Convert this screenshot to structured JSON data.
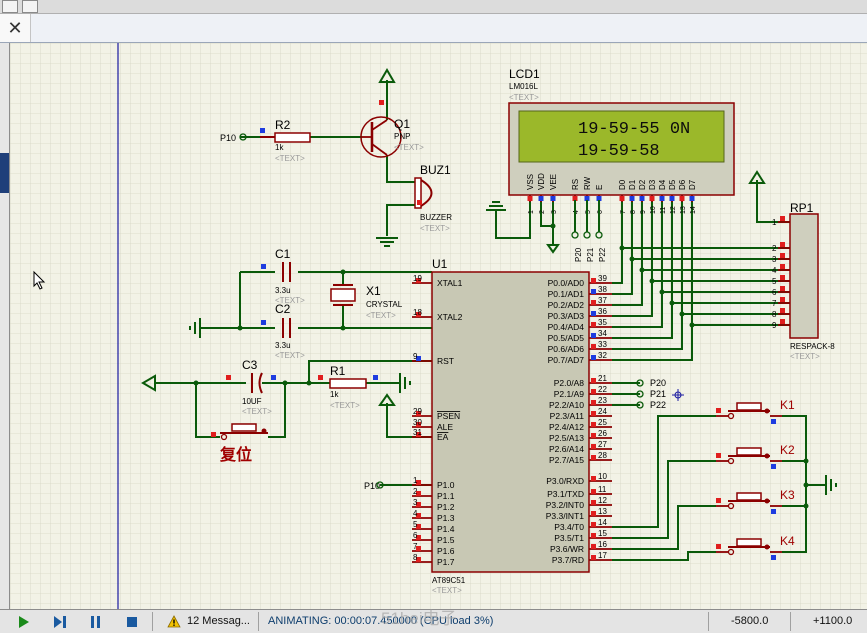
{
  "status": {
    "messages": "12 Messag...",
    "animating": "ANIMATING: 00:00:07.450000 (CPU load 3%)",
    "watermark": "51hei电子",
    "coord_x": "-5800.0",
    "coord_y": "+1100.0"
  },
  "lcd": {
    "ref": "LCD1",
    "model": "LM016L",
    "text_tag": "<TEXT>",
    "line1": "19-59-55 0N",
    "line2": "19-59-58",
    "pins": [
      "VSS",
      "VDD",
      "VEE",
      "RS",
      "RW",
      "E",
      "D0",
      "D1",
      "D2",
      "D3",
      "D4",
      "D5",
      "D6",
      "D7"
    ],
    "pin_nums": [
      "1",
      "2",
      "3",
      "4",
      "5",
      "6",
      "7",
      "8",
      "9",
      "10",
      "11",
      "12",
      "13",
      "14"
    ],
    "bus_labels": [
      "P20",
      "P21",
      "P22"
    ]
  },
  "q1": {
    "ref": "Q1",
    "type": "PNP",
    "text_tag": "<TEXT>"
  },
  "r2": {
    "ref": "R2",
    "value": "1k",
    "text_tag": "<TEXT>",
    "net": "P10"
  },
  "buz1": {
    "ref": "BUZ1",
    "type": "BUZZER",
    "text_tag": "<TEXT>"
  },
  "c1": {
    "ref": "C1",
    "value": "3.3u",
    "text_tag": "<TEXT>"
  },
  "c2": {
    "ref": "C2",
    "value": "3.3u",
    "text_tag": "<TEXT>"
  },
  "x1": {
    "ref": "X1",
    "type": "CRYSTAL",
    "text_tag": "<TEXT>"
  },
  "c3": {
    "ref": "C3",
    "value": "10UF",
    "text_tag": "<TEXT>"
  },
  "r1": {
    "ref": "R1",
    "value": "1k",
    "text_tag": "<TEXT>"
  },
  "reset_label": "复位",
  "rp1": {
    "ref": "RP1",
    "type": "RESPACK-8",
    "text_tag": "<TEXT>",
    "pins": [
      "1",
      "2",
      "3",
      "4",
      "5",
      "6",
      "7",
      "8",
      "9"
    ]
  },
  "u1": {
    "ref": "U1",
    "type": "AT89C51",
    "text_tag": "<TEXT>",
    "left_pins": [
      {
        "num": "19",
        "name": "XTAL1"
      },
      {
        "num": "18",
        "name": "XTAL2"
      },
      {
        "num": "9",
        "name": "RST"
      },
      {
        "num": "29",
        "name": "PSEN"
      },
      {
        "num": "30",
        "name": "ALE"
      },
      {
        "num": "31",
        "name": "EA"
      },
      {
        "num": "1",
        "name": "P1.0"
      },
      {
        "num": "2",
        "name": "P1.1"
      },
      {
        "num": "3",
        "name": "P1.2"
      },
      {
        "num": "4",
        "name": "P1.3"
      },
      {
        "num": "5",
        "name": "P1.4"
      },
      {
        "num": "6",
        "name": "P1.5"
      },
      {
        "num": "7",
        "name": "P1.6"
      },
      {
        "num": "8",
        "name": "P1.7"
      }
    ],
    "right_pins": [
      {
        "num": "39",
        "name": "P0.0/AD0"
      },
      {
        "num": "38",
        "name": "P0.1/AD1"
      },
      {
        "num": "37",
        "name": "P0.2/AD2"
      },
      {
        "num": "36",
        "name": "P0.3/AD3"
      },
      {
        "num": "35",
        "name": "P0.4/AD4"
      },
      {
        "num": "34",
        "name": "P0.5/AD5"
      },
      {
        "num": "33",
        "name": "P0.6/AD6"
      },
      {
        "num": "32",
        "name": "P0.7/AD7"
      },
      {
        "num": "21",
        "name": "P2.0/A8"
      },
      {
        "num": "22",
        "name": "P2.1/A9"
      },
      {
        "num": "23",
        "name": "P2.2/A10"
      },
      {
        "num": "24",
        "name": "P2.3/A11"
      },
      {
        "num": "25",
        "name": "P2.4/A12"
      },
      {
        "num": "26",
        "name": "P2.5/A13"
      },
      {
        "num": "27",
        "name": "P2.6/A14"
      },
      {
        "num": "28",
        "name": "P2.7/A15"
      },
      {
        "num": "10",
        "name": "P3.0/RXD"
      },
      {
        "num": "11",
        "name": "P3.1/TXD"
      },
      {
        "num": "12",
        "name": "P3.2/INT0"
      },
      {
        "num": "13",
        "name": "P3.3/INT1"
      },
      {
        "num": "14",
        "name": "P3.4/T0"
      },
      {
        "num": "15",
        "name": "P3.5/T1"
      },
      {
        "num": "16",
        "name": "P3.6/WR"
      },
      {
        "num": "17",
        "name": "P3.7/RD"
      }
    ],
    "p2_nets": [
      "P20",
      "P21",
      "P22"
    ],
    "p10_net": "P10"
  },
  "keys": [
    "K1",
    "K2",
    "K3",
    "K4"
  ],
  "colors": {
    "wire": "#0a5a0a",
    "part": "#8b0000",
    "lcd_screen": "#9bb82a",
    "grid_bg": "#f2f2e6",
    "chip_fill": "#c8c8b4"
  }
}
